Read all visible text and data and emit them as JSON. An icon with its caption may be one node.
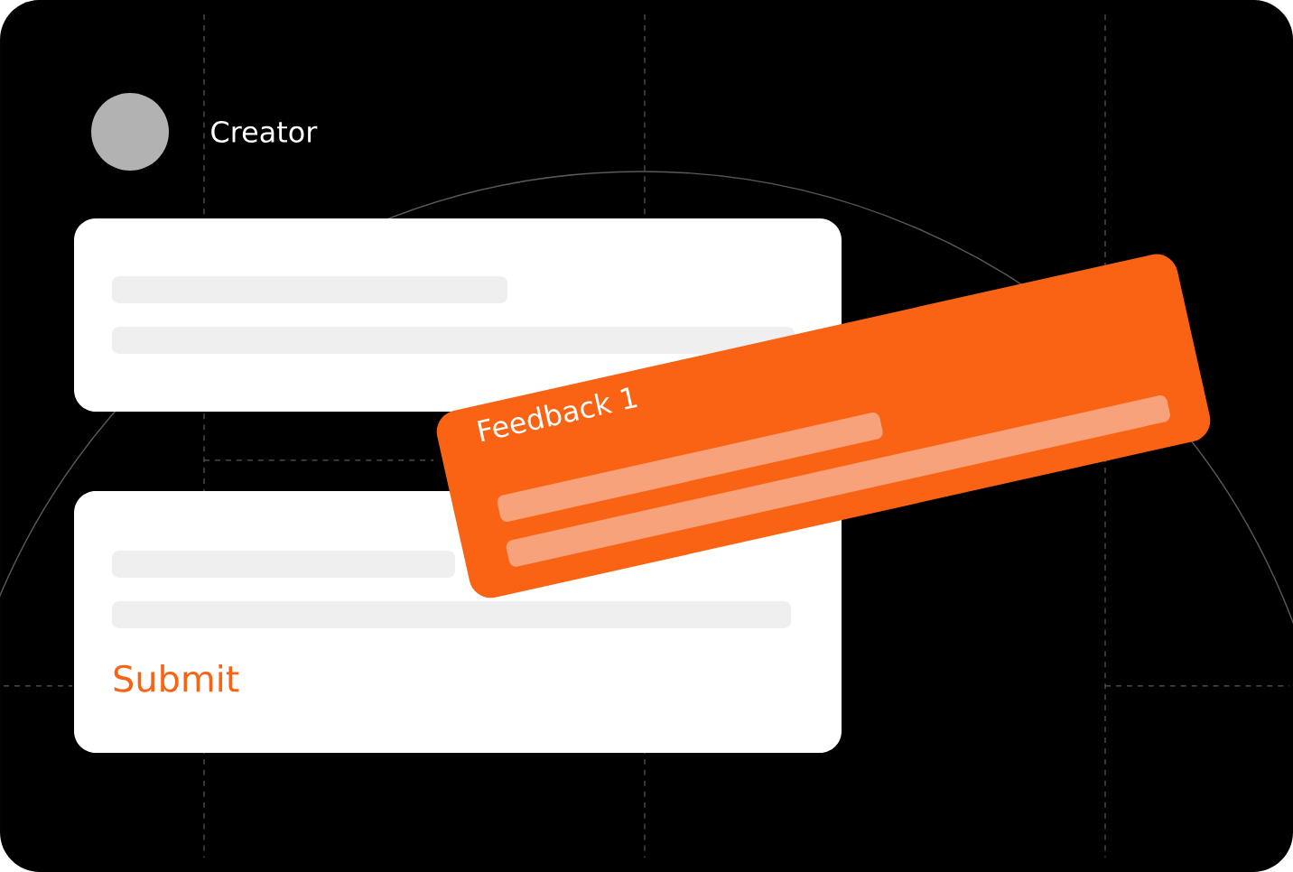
{
  "diagram": {
    "nodes": [
      {
        "text": [],
        "shape": "box"
      },
      {
        "text": [
          "Submit"
        ]
      },
      {
        "text": [
          "Feedback 1"
        ]
      }
    ],
    "labels": [
      "Creator"
    ]
  }
}
